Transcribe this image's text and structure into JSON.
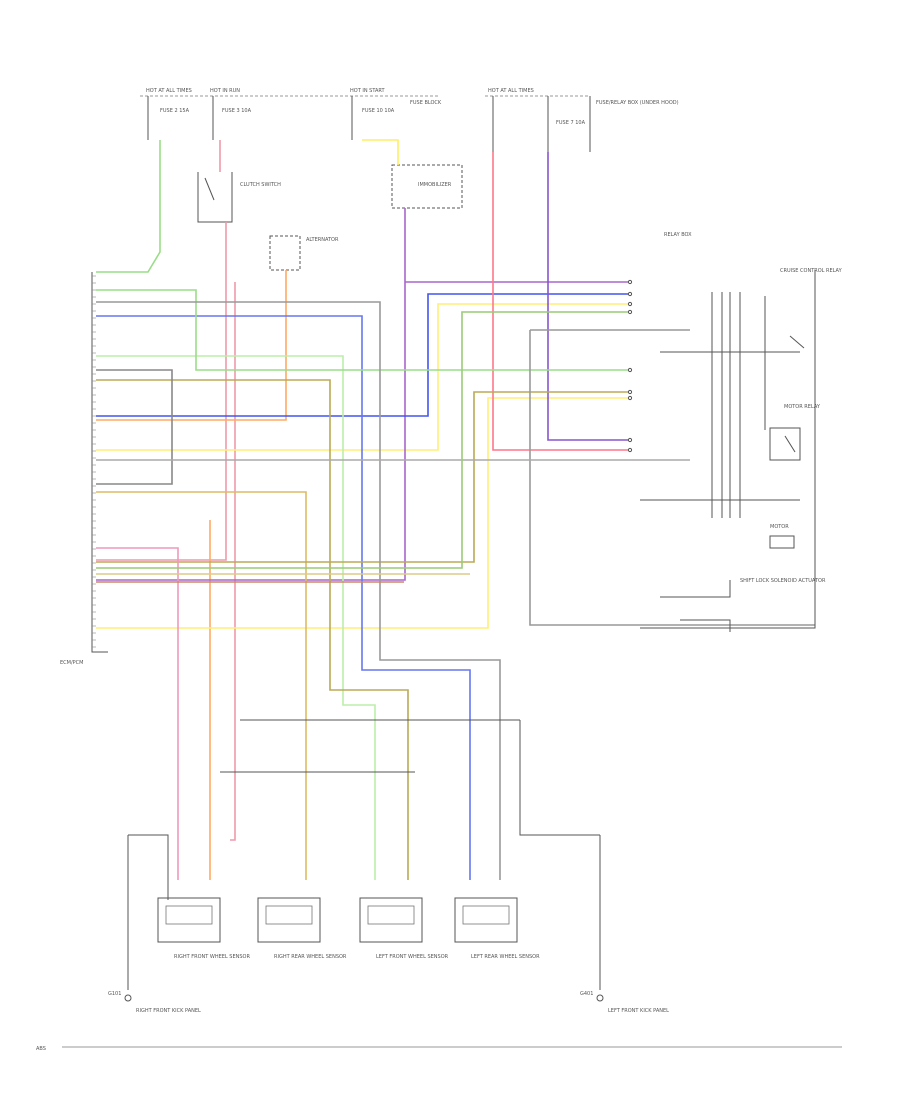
{
  "fuses": [
    {
      "label": "HOT AT ALL TIMES",
      "fuse": "FUSE 2 15A"
    },
    {
      "label": "HOT IN RUN",
      "fuse": "FUSE 3 10A"
    },
    {
      "label": "HOT IN START",
      "fuse": "FUSE 10 10A"
    },
    {
      "label": "HOT AT ALL TIMES",
      "fuse": "FUSE 7 10A"
    }
  ],
  "top_notes": {
    "fuse_block": "FUSE BLOCK",
    "fuse_relay_box": "FUSE/RELAY BOX (UNDER HOOD)"
  },
  "components": {
    "clutch_switch": "CLUTCH SWITCH",
    "alternator": "ALTERNATOR",
    "immobilizer": "IMMOBILIZER",
    "ecm": "ECM/PCM",
    "relay_box": "RELAY BOX",
    "cruise_relay": "CRUISE CONTROL RELAY",
    "motor_relay": "MOTOR RELAY",
    "motor": "MOTOR",
    "actuator": "SHIFT LOCK SOLENOID ACTUATOR"
  },
  "sensors": [
    {
      "name": "RIGHT FRONT WHEEL SENSOR"
    },
    {
      "name": "RIGHT REAR WHEEL SENSOR"
    },
    {
      "name": "LEFT FRONT WHEEL SENSOR"
    },
    {
      "name": "LEFT REAR WHEEL SENSOR"
    }
  ],
  "grounds": [
    {
      "id": "G101",
      "desc": "RIGHT FRONT KICK PANEL"
    },
    {
      "id": "G401",
      "desc": "LEFT FRONT KICK PANEL"
    }
  ],
  "footer": "ABS"
}
